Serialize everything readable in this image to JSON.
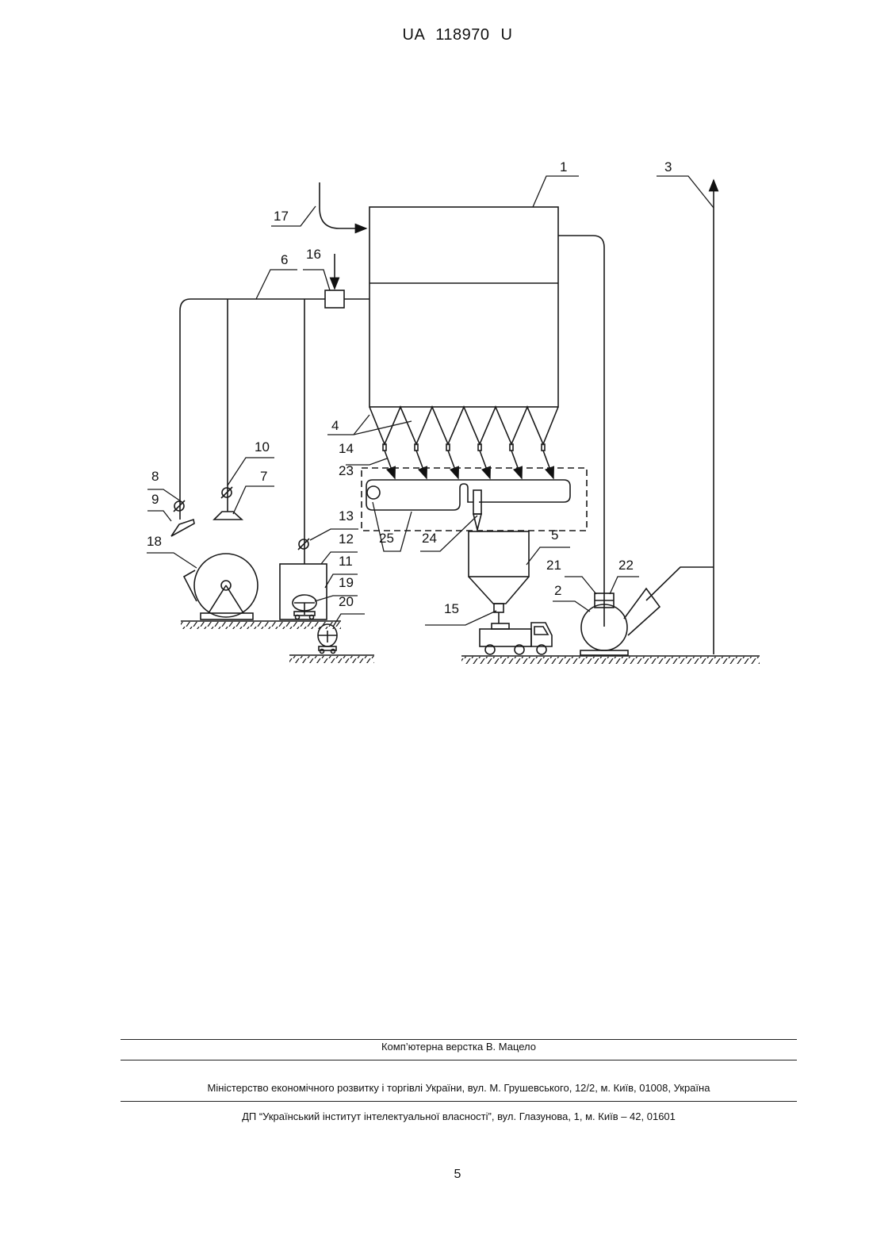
{
  "header": {
    "doc_number": "UA   118970   U"
  },
  "figure": {
    "labels": {
      "l1": "1",
      "l2": "2",
      "l3": "3",
      "l4": "4",
      "l5": "5",
      "l6": "6",
      "l7": "7",
      "l8": "8",
      "l9": "9",
      "l10": "10",
      "l11": "11",
      "l12": "12",
      "l13": "13",
      "l14": "14",
      "l15": "15",
      "l16": "16",
      "l17": "17",
      "l18": "18",
      "l19": "19",
      "l20": "20",
      "l21": "21",
      "l22": "22",
      "l23": "23",
      "l24": "24",
      "l25": "25"
    }
  },
  "footer": {
    "layout": "Комп’ютерна верстка В. Мацело",
    "ministry": "Міністерство економічного розвитку і торгівлі України, вул. М. Грушевського, 12/2, м. Київ, 01008, Україна",
    "institute": "ДП “Український інститут інтелектуальної власності”, вул. Глазунова, 1, м. Київ – 42, 01601"
  },
  "page_number": "5"
}
